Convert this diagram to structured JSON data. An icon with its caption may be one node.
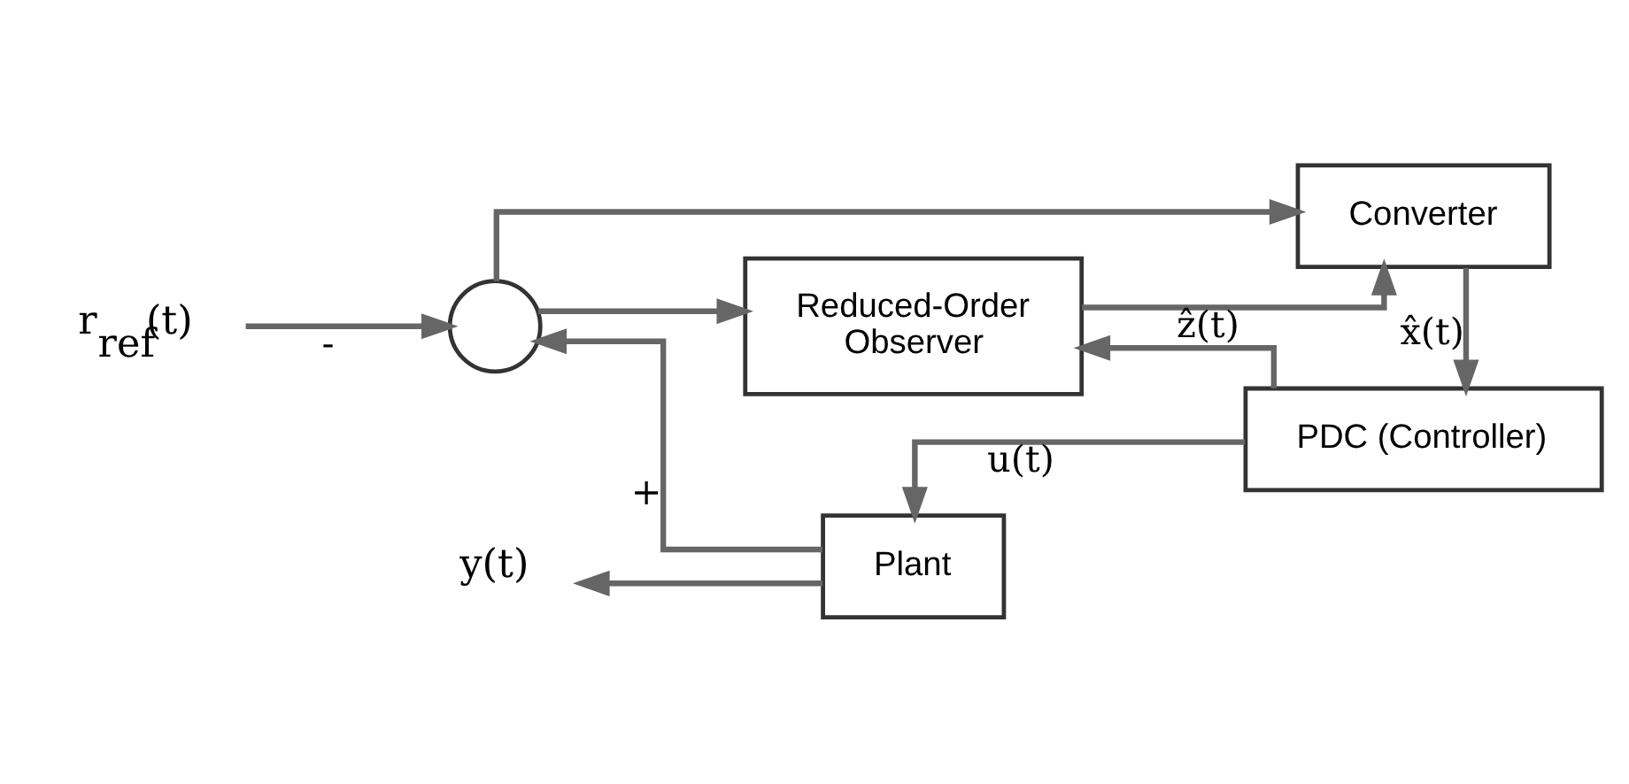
{
  "diagram": {
    "nodes": [
      {
        "text": [
          "r$_{ref}$(t)"
        ]
      },
      {
        "text": [
          "PDC (Controller)"
        ]
      },
      {
        "text": [
          "Plant"
        ]
      },
      {
        "text": [
          "y(t)"
        ]
      },
      {
        "text": [],
        "shape": "circle"
      },
      {
        "text": [
          "Reduced-Order Observer"
        ]
      },
      {
        "text": [
          "Converter"
        ]
      }
    ],
    "edges": [
      {
        "from": 0,
        "to": 4,
        "arrow": "to",
        "label": "-"
      },
      {
        "from": 6,
        "to": 1,
        "arrow": "to",
        "label": "x̂(t)"
      },
      {
        "from": 1,
        "to": 2,
        "arrow": "to",
        "label": "u(t)"
      },
      {
        "from": 1,
        "to": 5,
        "arrow": "to"
      },
      {
        "from": 2,
        "to": 3,
        "arrow": "to"
      },
      {
        "from": 2,
        "to": 4,
        "arrow": "to",
        "label": "+"
      },
      {
        "from": 4,
        "to": 5,
        "arrow": "to"
      },
      {
        "from": 4,
        "to": 6,
        "arrow": "to"
      },
      {
        "from": 5,
        "to": 6,
        "arrow": "to",
        "label": "ẑ(t)"
      }
    ]
  }
}
